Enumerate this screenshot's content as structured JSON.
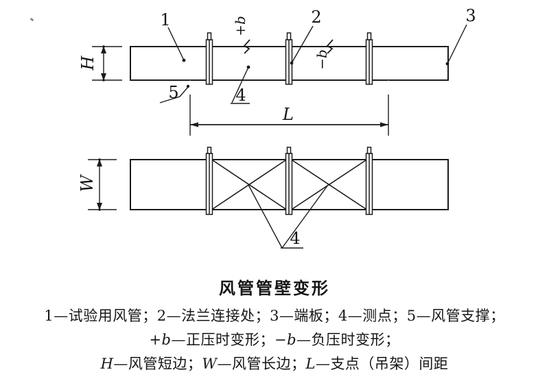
{
  "page": {
    "background": "#ffffff",
    "line_color": "#1b1b1b"
  },
  "diagram": {
    "part_labels": {
      "p1": "1",
      "p2": "2",
      "p3": "3",
      "p4_top": "4",
      "p4_bottom": "4",
      "p5": "5"
    },
    "dimensions": {
      "short_side": "H",
      "long_side": "W",
      "span": "L"
    },
    "deformation": {
      "positive": "+b",
      "negative": "−b"
    }
  },
  "caption": {
    "title": "风管管壁变形",
    "legend_line1": "1—试验用风管；2—法兰连接处；3—端板；4—测点；5—风管支撑；",
    "legend_line2": {
      "pb": "+b",
      "t1": "—正压时变形；",
      "nb": "−b",
      "t2": "—负压时变形；"
    },
    "legend_line3": {
      "h": "H",
      "t1": "—风管短边；",
      "w": "W",
      "t2": "—风管长边；",
      "l": "L",
      "t3": "—支点（吊架）间距"
    }
  }
}
